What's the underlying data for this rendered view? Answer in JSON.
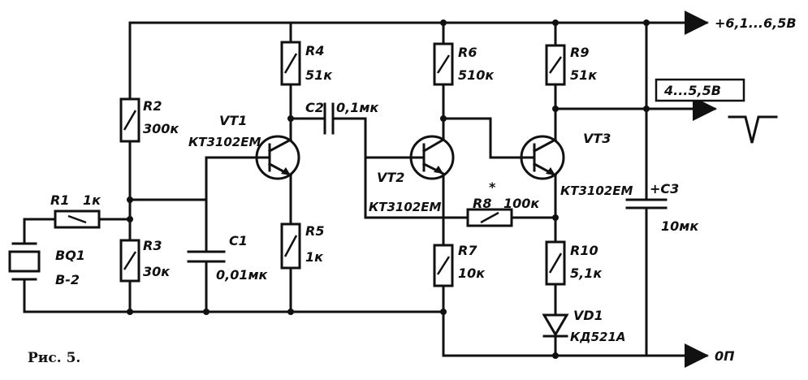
{
  "caption": "Рис. 5.",
  "supply_label": "+6,1...6,5В",
  "ground_label": "0П",
  "output_label": "4...5,5В",
  "star_mark": "*",
  "components": {
    "r1": {
      "ref": "R1",
      "value": "1к"
    },
    "r2": {
      "ref": "R2",
      "value": "300к"
    },
    "r3": {
      "ref": "R3",
      "value": "30к"
    },
    "r4": {
      "ref": "R4",
      "value": "51к"
    },
    "r5": {
      "ref": "R5",
      "value": "1к"
    },
    "r6": {
      "ref": "R6",
      "value": "510к"
    },
    "r7": {
      "ref": "R7",
      "value": "10к"
    },
    "r8": {
      "ref": "R8",
      "value": "100к"
    },
    "r9": {
      "ref": "R9",
      "value": "51к"
    },
    "r10": {
      "ref": "R10",
      "value": "5,1к"
    },
    "c1": {
      "ref": "C1",
      "value": "0,01мк"
    },
    "c2": {
      "ref": "C2",
      "value": "0,1мк"
    },
    "c3": {
      "ref": "+C3",
      "value": "10мк"
    },
    "vt1": {
      "ref": "VT1",
      "value": "КТ3102ЕМ"
    },
    "vt2": {
      "ref": "VT2",
      "value": "КТ3102ЕМ"
    },
    "vt3": {
      "ref": "VT3",
      "value": "КТ3102ЕМ"
    },
    "vd1": {
      "ref": "VD1",
      "value": "КД521А"
    },
    "bq1": {
      "ref": "BQ1",
      "value": "В-2"
    }
  }
}
